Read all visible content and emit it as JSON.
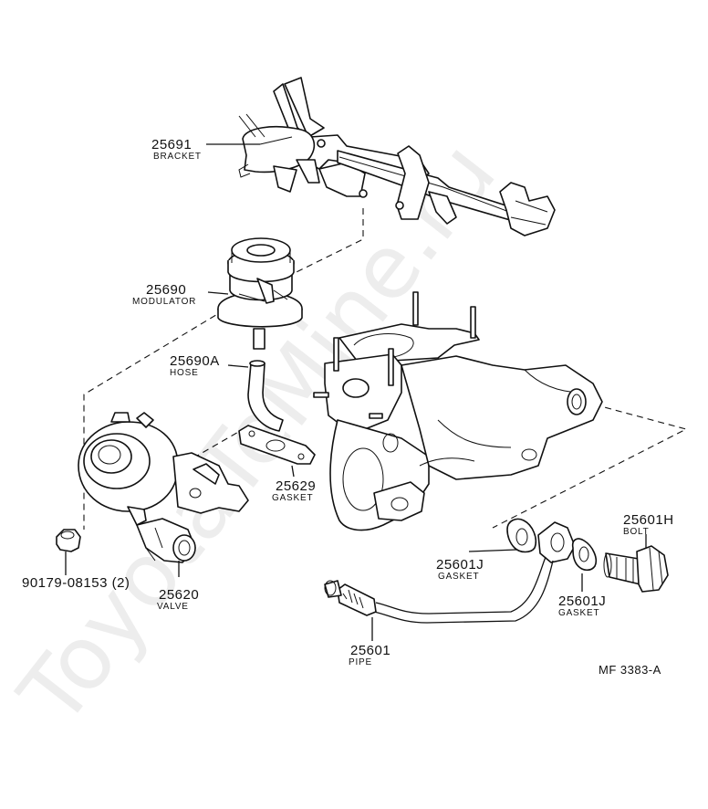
{
  "watermark": "ToyotaTeMine.ru",
  "figure_code": "MF 3383-A",
  "parts": [
    {
      "number": "25691",
      "name": "BRACKET"
    },
    {
      "number": "25690",
      "name": "MODULATOR"
    },
    {
      "number": "25690A",
      "name": "HOSE"
    },
    {
      "number": "25629",
      "name": "GASKET"
    },
    {
      "number": "90179-08153 (2)",
      "name": ""
    },
    {
      "number": "25620",
      "name": "VALVE"
    },
    {
      "number": "25601J",
      "name": "GASKET"
    },
    {
      "number": "25601H",
      "name": "BOLT"
    },
    {
      "number": "25601J",
      "name": "GASKET"
    },
    {
      "number": "25601",
      "name": "PIPE"
    }
  ]
}
